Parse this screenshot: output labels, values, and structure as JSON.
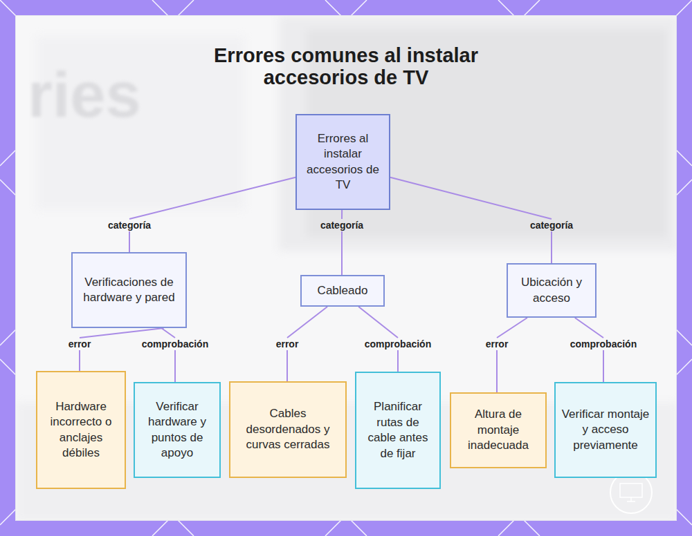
{
  "diagram": {
    "title": "Errores comunes al instalar accesorios de TV",
    "nodes": [
      {
        "text": [
          "Errores al instalar accesorios de TV"
        ]
      },
      {
        "text": [
          "Verificaciones de hardware y pared"
        ]
      },
      {
        "text": [
          "Cableado"
        ]
      },
      {
        "text": [
          "Ubicación y acceso"
        ]
      },
      {
        "text": [
          "Hardware incorrecto o anclajes débiles"
        ]
      },
      {
        "text": [
          "Verificar hardware y puntos de apoyo"
        ]
      },
      {
        "text": [
          "Cables desordenados y curvas cerradas"
        ]
      },
      {
        "text": [
          "Planificar rutas de cable antes de fijar"
        ]
      },
      {
        "text": [
          "Altura de montaje inadecuada"
        ]
      },
      {
        "text": [
          "Verificar montaje y acceso previamente"
        ]
      }
    ],
    "edges": [
      {
        "from": 0,
        "to": 1,
        "label": "categoría",
        "arrow": "none"
      },
      {
        "from": 0,
        "to": 2,
        "label": "categoría",
        "arrow": "none"
      },
      {
        "from": 0,
        "to": 3,
        "label": "categoría",
        "arrow": "none"
      },
      {
        "from": 1,
        "to": 4,
        "label": "error",
        "arrow": "none"
      },
      {
        "from": 1,
        "to": 5,
        "label": "comprobación",
        "arrow": "none"
      },
      {
        "from": 2,
        "to": 6,
        "label": "error",
        "arrow": "none"
      },
      {
        "from": 2,
        "to": 7,
        "label": "comprobación",
        "arrow": "none"
      },
      {
        "from": 3,
        "to": 8,
        "label": "error",
        "arrow": "none"
      },
      {
        "from": 3,
        "to": 9,
        "label": "comprobación",
        "arrow": "none"
      }
    ],
    "labels": [
      "ries"
    ]
  }
}
